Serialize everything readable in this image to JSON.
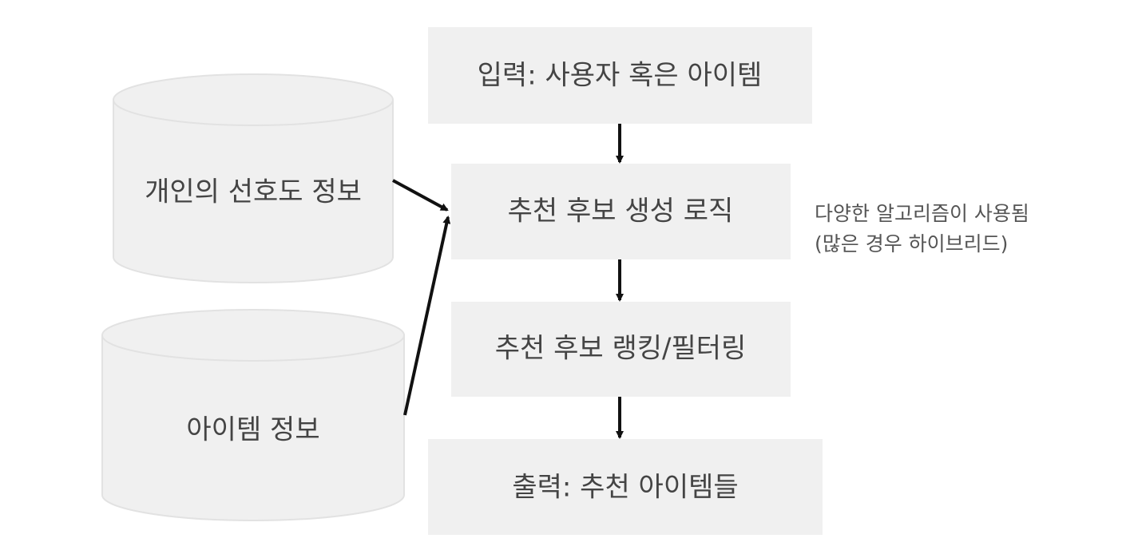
{
  "datastores": [
    {
      "label": "개인의 선호도 정보"
    },
    {
      "label": "아이템 정보"
    }
  ],
  "steps": [
    {
      "label": "입력: 사용자 혹은 아이템"
    },
    {
      "label": "추천 후보 생성 로직"
    },
    {
      "label": "추천 후보 랭킹/필터링"
    },
    {
      "label": "출력: 추천 아이템들"
    }
  ],
  "annotation": {
    "line1": "다양한 알고리즘이 사용됨",
    "line2": "(많은 경우 하이브리드)"
  }
}
